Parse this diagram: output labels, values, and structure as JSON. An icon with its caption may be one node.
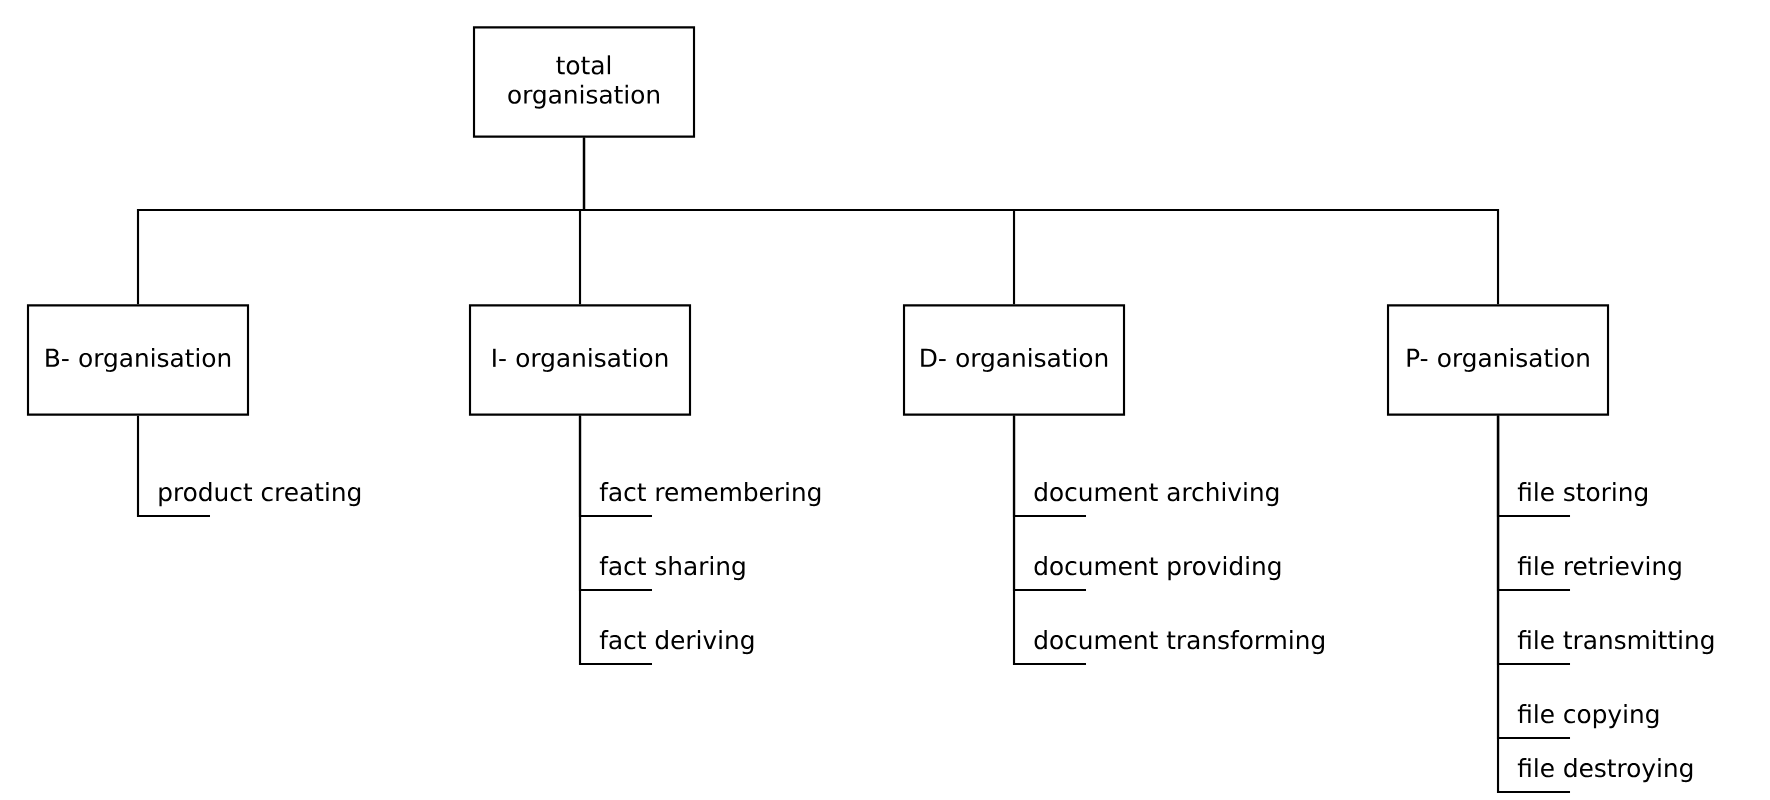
{
  "diagram": {
    "nodes": [
      {
        "text": [
          "total organisation"
        ]
      },
      {
        "text": [
          "B- organisation"
        ]
      },
      {
        "text": [
          "I- organisation"
        ]
      },
      {
        "text": [
          "D- organisation"
        ]
      },
      {
        "text": [
          "P- organisation"
        ]
      },
      {
        "text": [
          "product creating"
        ]
      },
      {
        "text": [
          "fact remembering"
        ]
      },
      {
        "text": [
          "fact sharing"
        ]
      },
      {
        "text": [
          "fact deriving"
        ]
      },
      {
        "text": [
          "document archiving"
        ]
      },
      {
        "text": [
          "document providing"
        ]
      },
      {
        "text": [
          "document transforming"
        ]
      },
      {
        "text": [
          "file storing"
        ]
      },
      {
        "text": [
          "file retrieving"
        ]
      },
      {
        "text": [
          "file transmitting"
        ]
      },
      {
        "text": [
          "file copying"
        ]
      },
      {
        "text": [
          "file destroying"
        ]
      }
    ],
    "edges": [
      {
        "from": 0,
        "to": 1,
        "arrow": "none"
      },
      {
        "from": 0,
        "to": 2,
        "arrow": "none"
      },
      {
        "from": 0,
        "to": 3,
        "arrow": "none"
      },
      {
        "from": 0,
        "to": 4,
        "arrow": "none"
      },
      {
        "from": 1,
        "to": 5,
        "arrow": "none"
      },
      {
        "from": 2,
        "to": 6,
        "arrow": "none"
      },
      {
        "from": 2,
        "to": 7,
        "arrow": "none"
      },
      {
        "from": 2,
        "to": 8,
        "arrow": "none"
      },
      {
        "from": 3,
        "to": 9,
        "arrow": "none"
      },
      {
        "from": 3,
        "to": 10,
        "arrow": "none"
      },
      {
        "from": 3,
        "to": 11,
        "arrow": "none"
      },
      {
        "from": 4,
        "to": 12,
        "arrow": "none"
      },
      {
        "from": 4,
        "to": 13,
        "arrow": "none"
      },
      {
        "from": 4,
        "to": 14,
        "arrow": "none"
      },
      {
        "from": 4,
        "to": 15,
        "arrow": "none"
      },
      {
        "from": 4,
        "to": 16,
        "arrow": "none"
      }
    ]
  }
}
